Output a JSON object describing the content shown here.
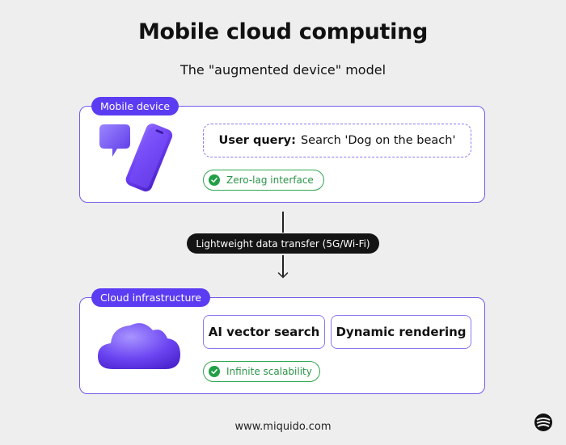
{
  "header": {
    "title": "Mobile cloud computing",
    "subtitle": "The \"augmented device\" model"
  },
  "mobile_panel": {
    "tag": "Mobile device",
    "query_label": "User query:",
    "query_text": "Search 'Dog on the beach'",
    "badge": "Zero-lag interface",
    "icons": [
      "chat-bubble-icon",
      "phone-icon"
    ]
  },
  "transfer": {
    "label": "Lightweight data transfer (5G/Wi-Fi)"
  },
  "cloud_panel": {
    "tag": "Cloud infrastructure",
    "features": [
      "AI vector search",
      "Dynamic rendering"
    ],
    "badge": "Infinite scalability",
    "icons": [
      "cloud-icon"
    ]
  },
  "footer": {
    "url": "www.miquido.com",
    "logo_icon": "miquido-logo-icon"
  },
  "colors": {
    "accent": "#5b3cf2",
    "panel_border": "#6f5bea",
    "success": "#22a046",
    "background": "#eeeeef",
    "dark_pill": "#141414"
  }
}
